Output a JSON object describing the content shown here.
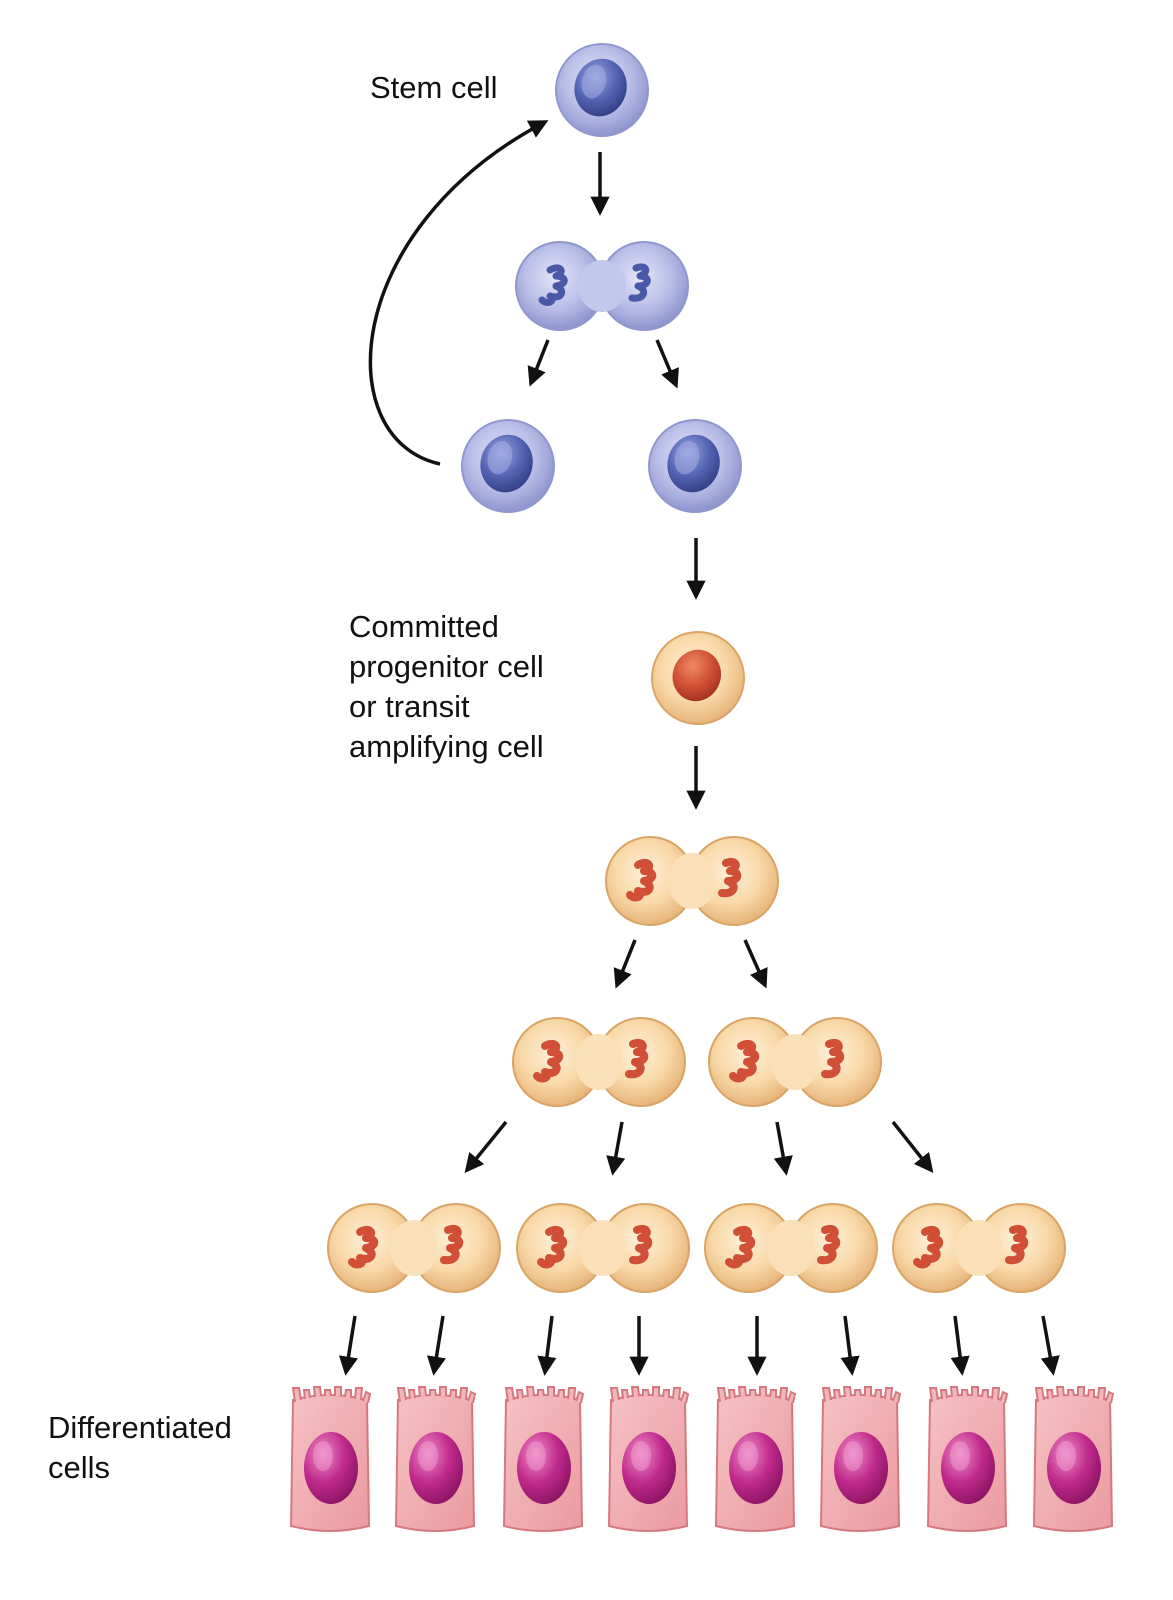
{
  "labels": {
    "stem_cell": "Stem cell",
    "progenitor": "Committed\nprogenitor cell\nor transit\namplifying cell",
    "differentiated": "Differentiated\ncells"
  },
  "colors": {
    "stem_cytoplasm": "#aab0de",
    "stem_cytoplasm_edge": "#8f96cc",
    "stem_nucleus": "#4e5ea8",
    "progenitor_cytoplasm": "#f7d7a4",
    "progenitor_cytoplasm_edge": "#dfae72",
    "progenitor_nucleus": "#c64a35",
    "differentiated_cytoplasm": "#f3aaae",
    "differentiated_edge": "#d8787e",
    "differentiated_nucleus": "#b0217d",
    "arrow": "#111111"
  }
}
